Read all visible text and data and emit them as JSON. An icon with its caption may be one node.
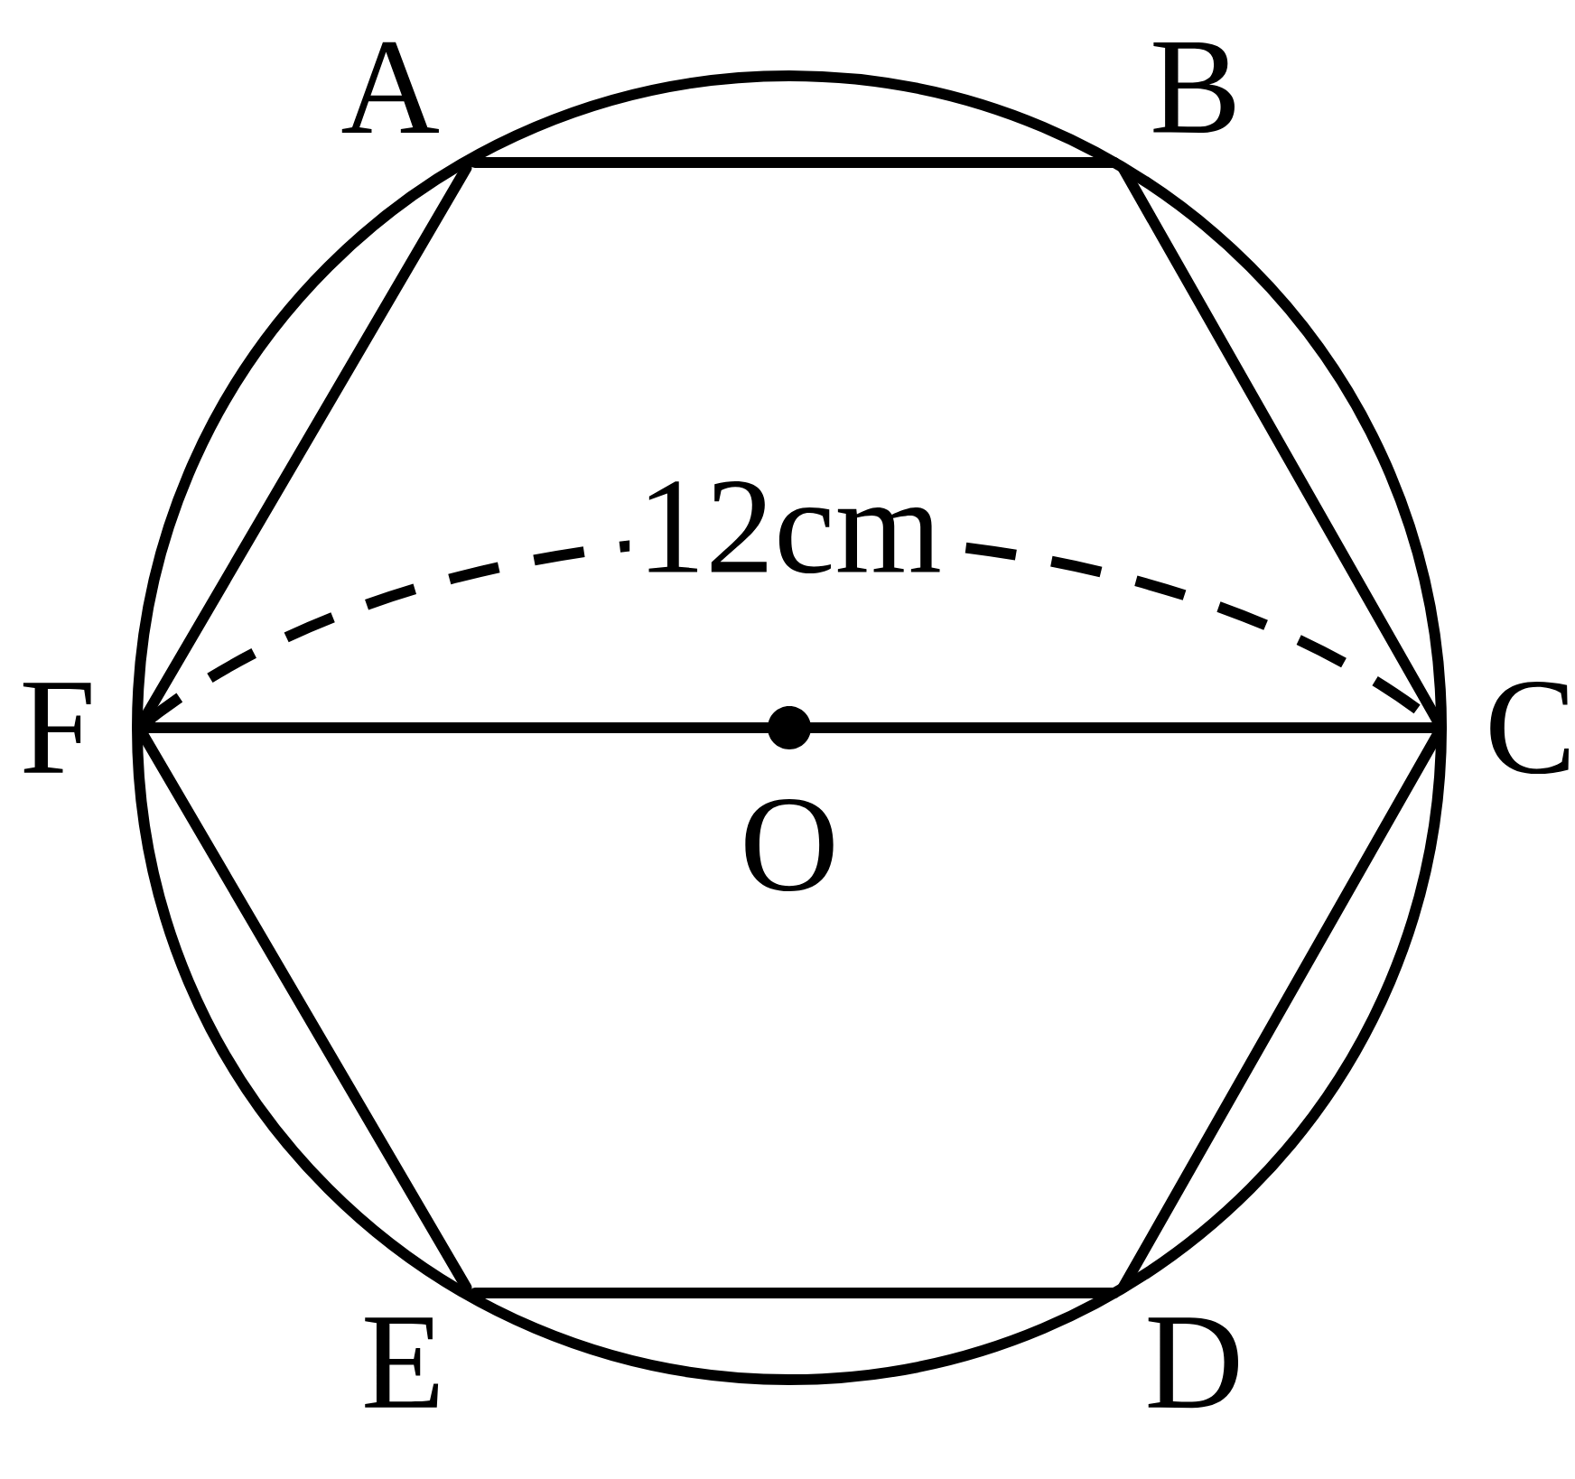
{
  "diagram": {
    "nodes": [
      {
        "text": [
          "A"
        ]
      },
      {
        "text": [
          "B"
        ]
      },
      {
        "text": [
          "C"
        ]
      },
      {
        "text": [
          "D"
        ]
      },
      {
        "text": [
          "E"
        ]
      },
      {
        "text": [
          "F"
        ]
      }
    ],
    "edges": [
      {
        "from": 0,
        "to": 1,
        "arrow": "none"
      },
      {
        "from": 1,
        "to": 2,
        "arrow": "none"
      },
      {
        "from": 2,
        "to": 3,
        "arrow": "none"
      },
      {
        "from": 3,
        "to": 4,
        "arrow": "none"
      },
      {
        "from": 4,
        "to": 5,
        "arrow": "none"
      },
      {
        "from": 5,
        "to": 0,
        "arrow": "none"
      },
      {
        "from": 5,
        "to": 2,
        "arrow": "none"
      }
    ],
    "labels": [
      "12cm",
      "O"
    ]
  }
}
